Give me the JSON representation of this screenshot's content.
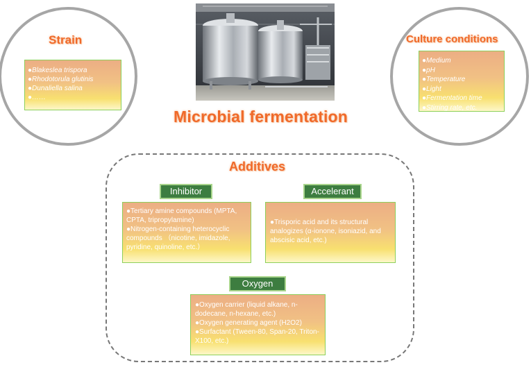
{
  "strain": {
    "title": "Strain",
    "items": [
      "●Blakeslea trispora",
      "●Rhodotorula glutinis",
      "●Dunaliella salina",
      "●……"
    ]
  },
  "culture": {
    "title": "Culture conditions",
    "items": [
      "●Medium",
      "●pH",
      "●Temperature",
      "●Light",
      "●Fermentation time",
      "●Stirring rate, etc."
    ]
  },
  "main_title": "Microbial fermentation",
  "additives": {
    "title": "Additives",
    "inhibitor": {
      "label": "Inhibitor",
      "items": [
        "●Tertiary amine compounds (MPTA, CPTA, tripropylamine)",
        "●Nitrogen-containing heterocyclic compounds （nicotine, imidazole, pyridine, quinoline, etc.）"
      ]
    },
    "accelerant": {
      "label": "Accelerant",
      "items": [
        "●Trisporic acid and its structural analogizes (α-ionone, isoniazid, and abscisic acid, etc.)"
      ]
    },
    "oxygen": {
      "label": "Oxygen",
      "items": [
        "●Oxygen carrier (liquid alkane, n-dodecane, n-hexane, etc.)",
        "●Oxygen generating agent (H2O2)",
        "●Surfactant (Tween-80, Span-20, Triton-X100, etc.)"
      ]
    }
  }
}
